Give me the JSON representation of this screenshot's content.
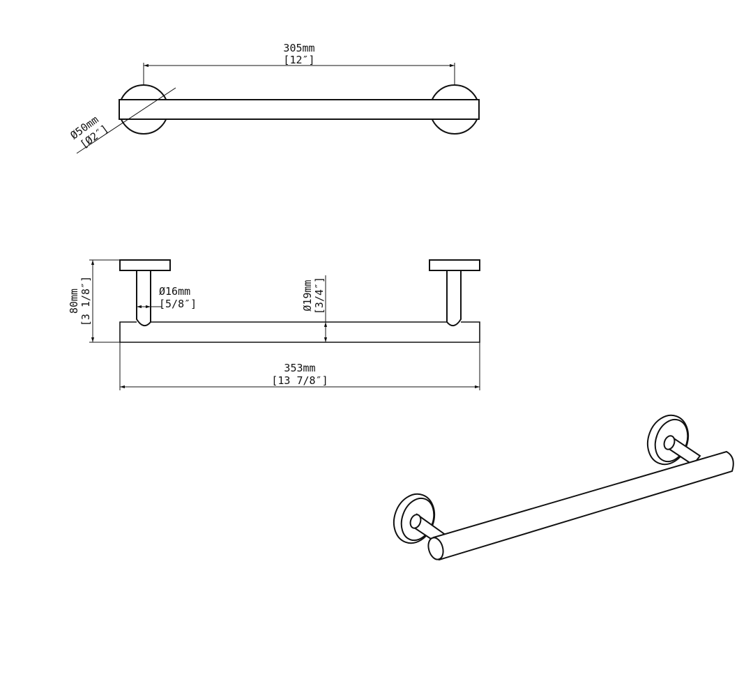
{
  "top_view": {
    "length_mm": "305mm",
    "length_in": "[12″]",
    "rosette_dia_mm": "Ø50mm",
    "rosette_dia_in": "[Ø2″]"
  },
  "front_view": {
    "height_mm": "80mm",
    "height_in": "[3 1/8″]",
    "post_dia_mm": "Ø16mm",
    "post_dia_in": "[5/8″]",
    "bar_dia_mm": "Ø19mm",
    "bar_dia_in": "[3/4″]",
    "overall_length_mm": "353mm",
    "overall_length_in": "[13 7/8″]"
  }
}
